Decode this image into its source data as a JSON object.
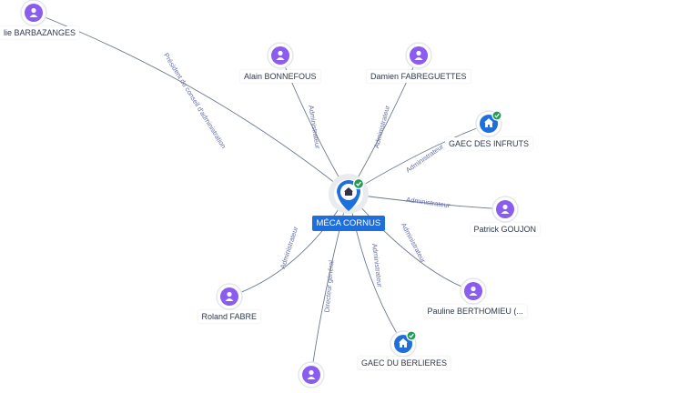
{
  "colors": {
    "person": "#8a5cf0",
    "company": "#1e6fdc",
    "verified": "#1f9d55",
    "edge": "#6b7a8c",
    "edge_label": "#6670a8"
  },
  "center": {
    "name": "MÉCA CORNUS",
    "icon": "building-icon",
    "verified": true
  },
  "nodes": [
    {
      "id": "barbazanges",
      "label": "lie BARBAZANGES",
      "type": "person",
      "icon": "person-icon"
    },
    {
      "id": "bonnefous",
      "label": "Alain BONNEFOUS",
      "type": "person",
      "icon": "person-icon"
    },
    {
      "id": "fabreguettes",
      "label": "Damien FABREGUETTES",
      "type": "person",
      "icon": "person-icon"
    },
    {
      "id": "infruts",
      "label": "GAEC DES INFRUTS",
      "type": "company",
      "icon": "building-icon",
      "verified": true
    },
    {
      "id": "goujon",
      "label": "Patrick GOUJON",
      "type": "person",
      "icon": "person-icon"
    },
    {
      "id": "berthomieu",
      "label": "Pauline BERTHOMIEU (...",
      "type": "person",
      "icon": "person-icon"
    },
    {
      "id": "berlieres",
      "label": "GAEC DU BERLIERES",
      "type": "company",
      "icon": "building-icon",
      "verified": true
    },
    {
      "id": "bottom",
      "label": "",
      "type": "person",
      "icon": "person-icon"
    },
    {
      "id": "fabre",
      "label": "Roland FABRE",
      "type": "person",
      "icon": "person-icon"
    }
  ],
  "edges": [
    {
      "to": "barbazanges",
      "label": "Président du conseil d'administration"
    },
    {
      "to": "bonnefous",
      "label": "Administrateur"
    },
    {
      "to": "fabreguettes",
      "label": "Administrateur"
    },
    {
      "to": "infruts",
      "label": "Administrateur"
    },
    {
      "to": "goujon",
      "label": "Administrateur"
    },
    {
      "to": "berthomieu",
      "label": "Administrateur"
    },
    {
      "to": "berlieres",
      "label": "Administrateur"
    },
    {
      "to": "bottom",
      "label": "Directeur général"
    },
    {
      "to": "fabre",
      "label": "Administrateur"
    }
  ]
}
